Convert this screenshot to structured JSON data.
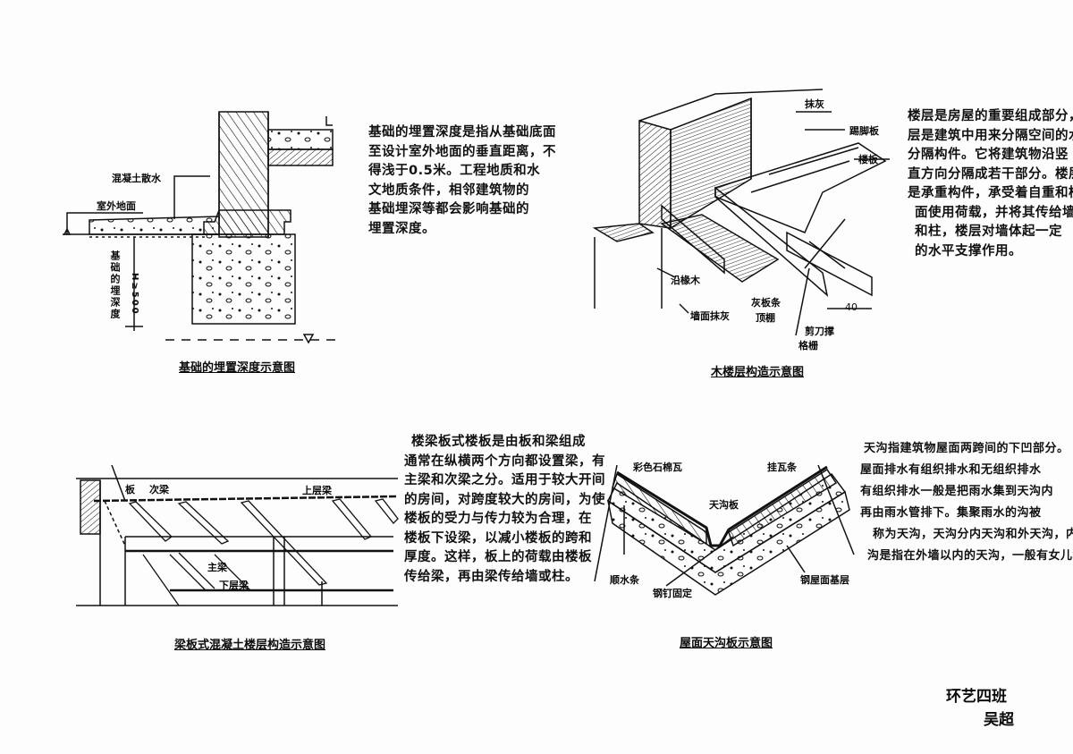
{
  "foundation_depth": {
    "caption": "基础的埋置深度示意图",
    "paragraph": [
      "基础的埋置深度是指从基础底面",
      "至设计室外地面的垂直距离，不",
      "得浅于0.5米。工程地质和水",
      "文地质条件，相邻建筑物的",
      "基础埋深等都会影响基础的",
      "埋置深度。"
    ],
    "labels": {
      "apron": "混凝土散水",
      "outdoor_ground": "室外地面",
      "depth": "基础的埋深度",
      "dimension": "H≥500"
    }
  },
  "wood_floor": {
    "caption": "木楼层构造示意图",
    "paragraph": [
      "楼层是房屋的重要组成部分，楼",
      "层是建筑中用来分隔空间的水平",
      "分隔构件。它将建筑物沿竖",
      "直方向分隔成若干部分。楼层又",
      "是承重构件，承受着自重和楼",
      "面使用荷载，并将其传给墙梁",
      "和柱，楼层对墙体起一定",
      "的水平支撑作用。"
    ],
    "labels": {
      "plaster": "抹灰",
      "skirting": "踢脚板",
      "floorboard": "楼板",
      "edge_timber": "沿椽木",
      "wall_plaster": "墙面抹灰",
      "lath_ceiling_1": "灰板条",
      "lath_ceiling_2": "顶棚",
      "cross_brace": "剪刀撑",
      "joist": "格栅",
      "spacing": "40"
    }
  },
  "beam_slab": {
    "caption": "梁板式混凝土楼层构造示意图",
    "paragraph": [
      "楼梁板式楼板是由板和梁组成",
      "通常在纵横两个方向都设置梁，有",
      "主梁和次梁之分。适用于较大开间",
      "的房间，对跨度较大的房间，为使",
      "楼板的受力与传力较为合理，在",
      "楼板下设梁，以减小楼板的跨和",
      "厚度。这样，板上的荷载由楼板",
      "传给梁，再由梁传给墙或柱。"
    ],
    "labels": {
      "slab": "板",
      "secondary_beam": "次梁",
      "upper_beam": "上层梁",
      "main_beam": "主梁",
      "lower_beam": "下层梁"
    }
  },
  "gutter": {
    "caption": "屋面天沟板示意图",
    "paragraph": [
      "天沟指建筑物屋面两跨间的下凹部分。",
      "屋面排水有组织排水和无组织排水",
      "有组织排水一般是把雨水集到天沟内",
      "再由雨水管排下。集聚雨水的沟被",
      "称为天沟，天沟分内天沟和外天沟，内天",
      "沟是指在外墙以内的天沟，一般有女儿墙。"
    ],
    "labels": {
      "tile": "彩色石棉瓦",
      "batten": "挂瓦条",
      "gutter_board": "天沟板",
      "counter_batten": "顺水条",
      "nail": "钢钉固定",
      "roof_base": "钢屋面基层"
    }
  },
  "signature": {
    "class": "环艺四班",
    "name": "吴超"
  }
}
